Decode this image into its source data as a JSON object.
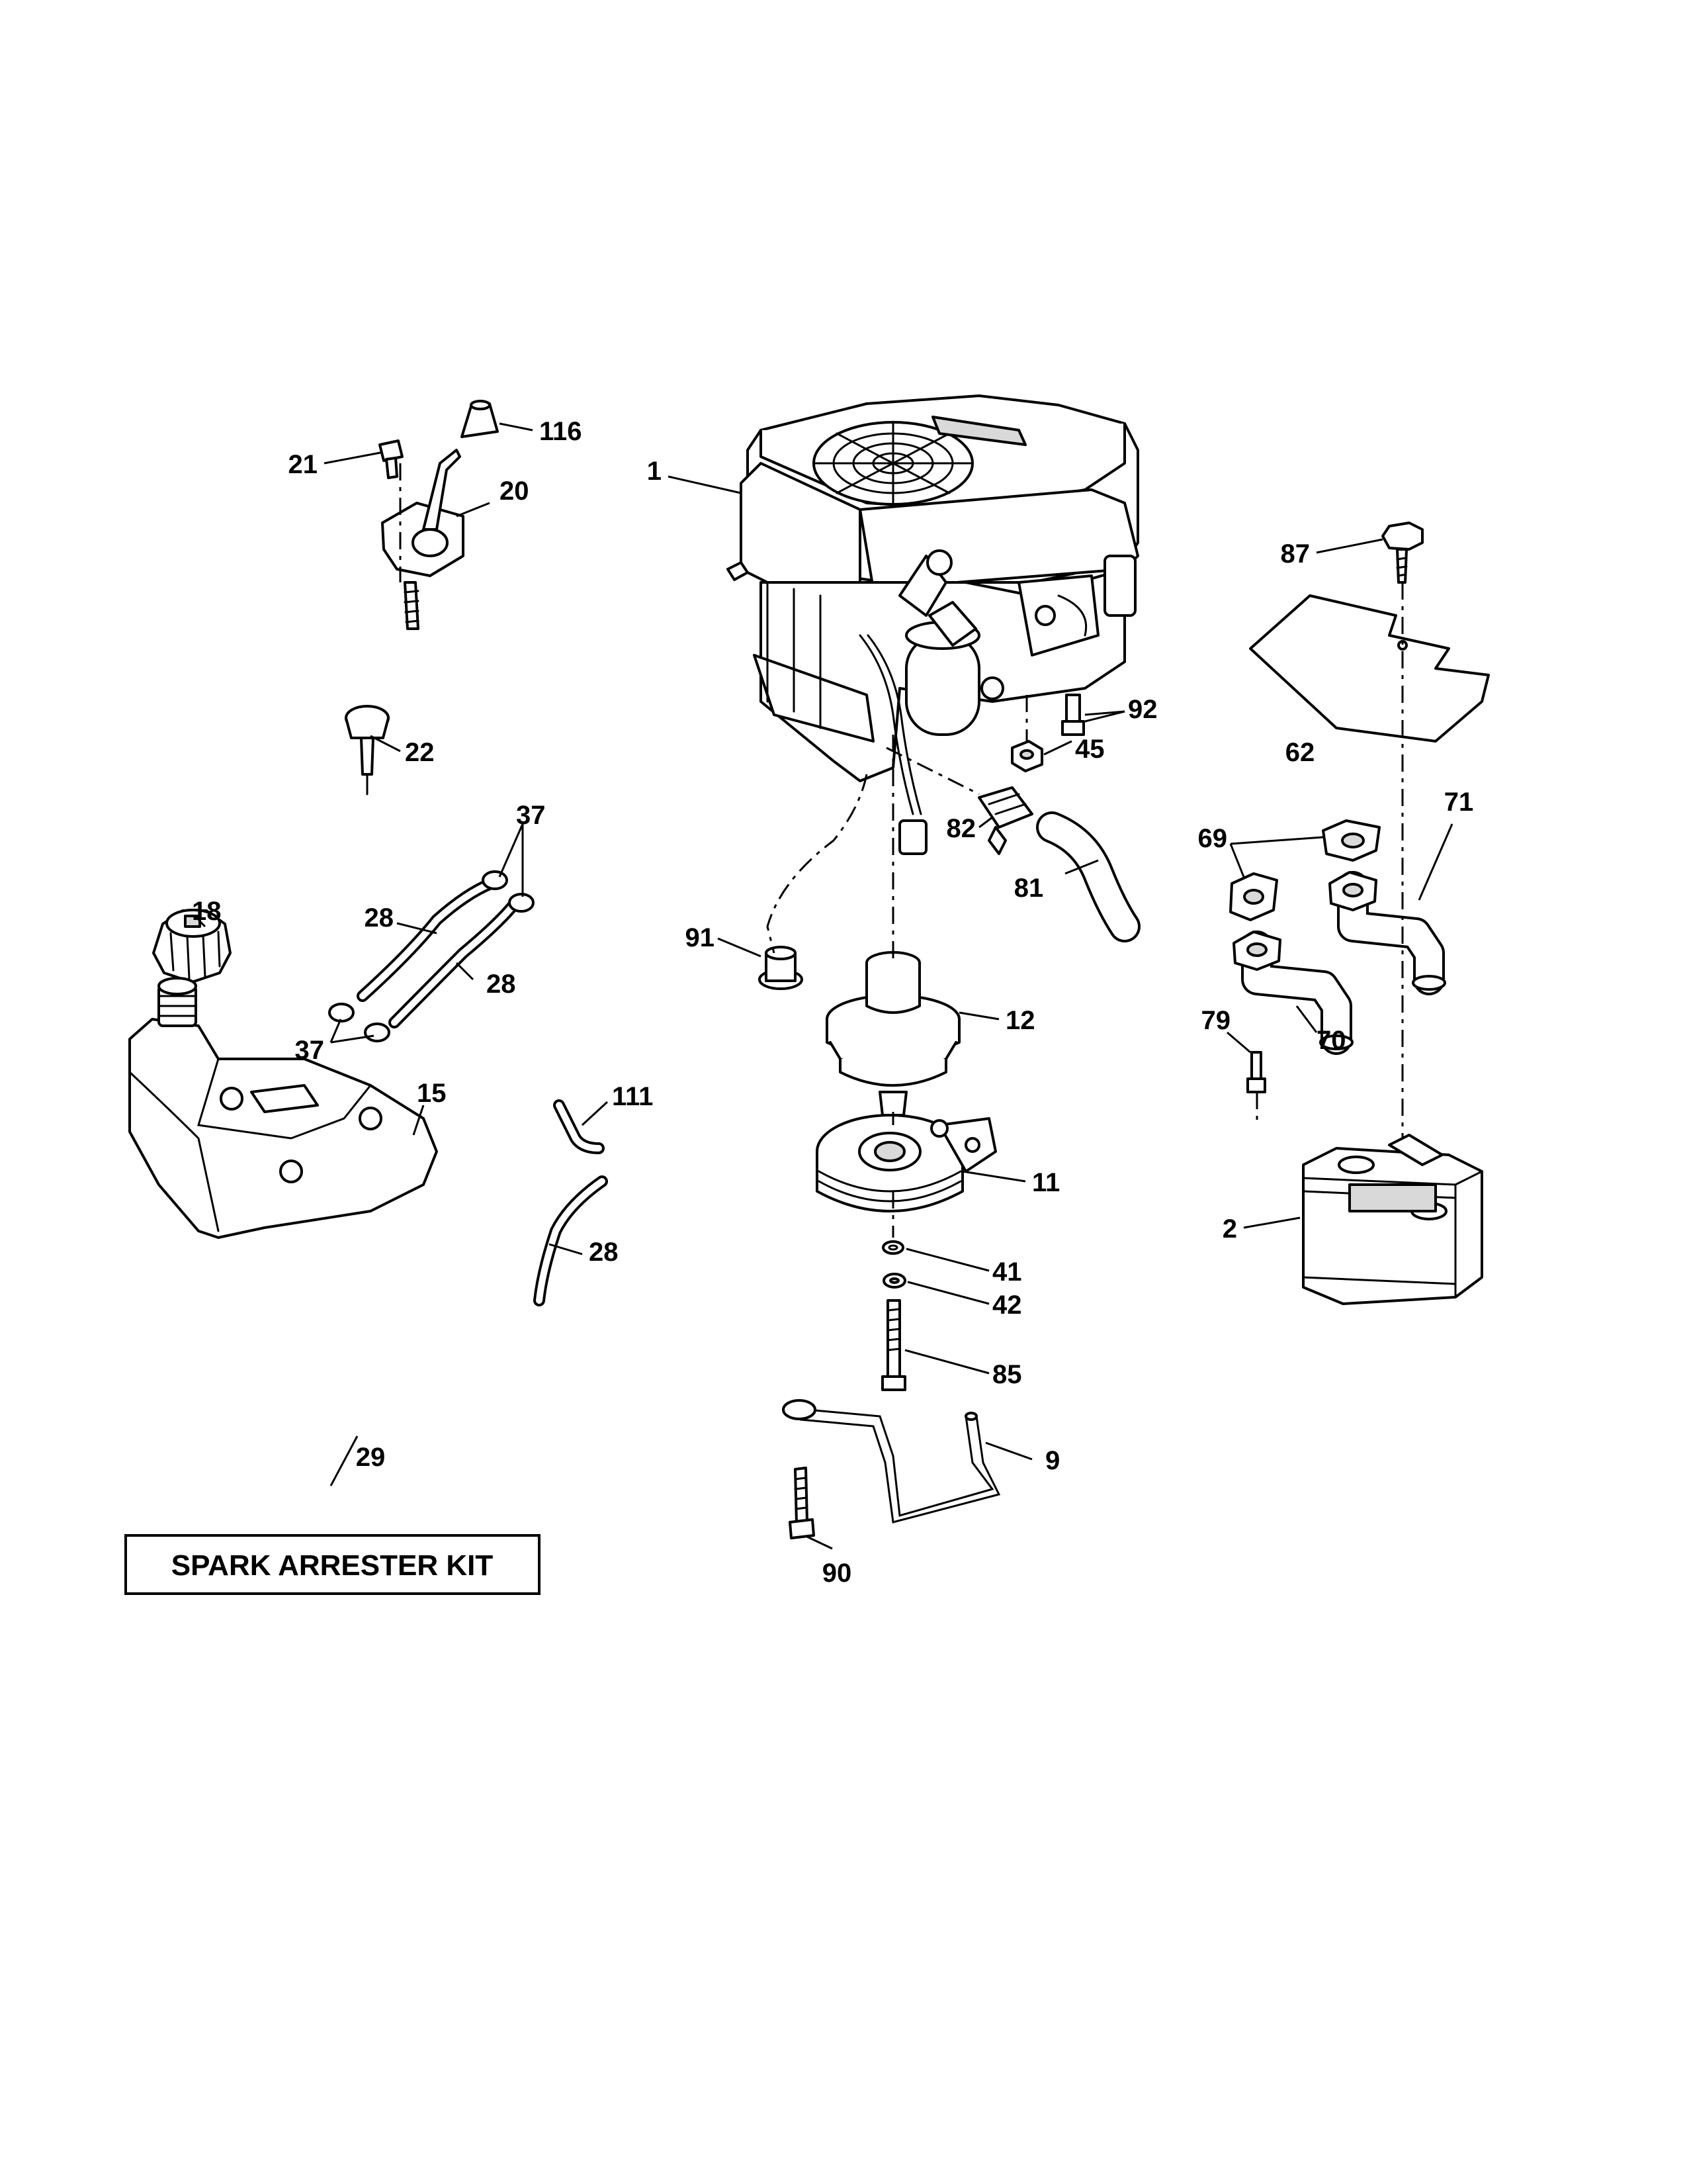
{
  "diagram": {
    "labels": {
      "part_1": "1",
      "part_2": "2",
      "part_9": "9",
      "part_11": "11",
      "part_12": "12",
      "part_15": "15",
      "part_18": "18",
      "part_20": "20",
      "part_21": "21",
      "part_22": "22",
      "part_28_a": "28",
      "part_28_b": "28",
      "part_28_c": "28",
      "part_29": "29",
      "part_37_a": "37",
      "part_37_b": "37",
      "part_41": "41",
      "part_42": "42",
      "part_45": "45",
      "part_62": "62",
      "part_69": "69",
      "part_70": "70",
      "part_71": "71",
      "part_79": "79",
      "part_81": "81",
      "part_82": "82",
      "part_85": "85",
      "part_87": "87",
      "part_90": "90",
      "part_91": "91",
      "part_92": "92",
      "part_111": "111",
      "part_116": "116"
    },
    "kit_box_text": "SPARK ARRESTER KIT"
  }
}
